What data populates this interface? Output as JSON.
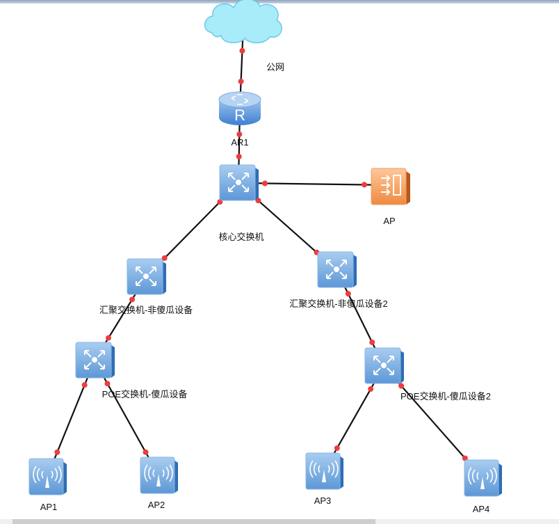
{
  "nodes": [
    {
      "id": "cloud",
      "type": "cloud",
      "label": "公网"
    },
    {
      "id": "ar1",
      "type": "router",
      "label": "AR1"
    },
    {
      "id": "core",
      "type": "switch",
      "label": "核心交换机"
    },
    {
      "id": "ac",
      "type": "ac",
      "label": "AP"
    },
    {
      "id": "agg1",
      "type": "switch",
      "label": "汇聚交换机-非傻瓜设备"
    },
    {
      "id": "agg2",
      "type": "switch",
      "label": "汇聚交换机-非傻瓜设备2"
    },
    {
      "id": "poe1",
      "type": "switch",
      "label": "POE交换机-傻瓜设备"
    },
    {
      "id": "poe2",
      "type": "switch",
      "label": "POE交换机-傻瓜设备2"
    },
    {
      "id": "ap1",
      "type": "ap",
      "label": "AP1"
    },
    {
      "id": "ap2",
      "type": "ap",
      "label": "AP2"
    },
    {
      "id": "ap3",
      "type": "ap",
      "label": "AP3"
    },
    {
      "id": "ap4",
      "type": "ap",
      "label": "AP4"
    }
  ],
  "links": [
    [
      "cloud",
      "ar1"
    ],
    [
      "ar1",
      "core"
    ],
    [
      "core",
      "ac"
    ],
    [
      "core",
      "agg1"
    ],
    [
      "core",
      "agg2"
    ],
    [
      "agg1",
      "poe1"
    ],
    [
      "agg2",
      "poe2"
    ],
    [
      "poe1",
      "ap1"
    ],
    [
      "poe1",
      "ap2"
    ],
    [
      "poe2",
      "ap3"
    ],
    [
      "poe2",
      "ap4"
    ]
  ],
  "colors": {
    "link": "#111111",
    "port": "#f03c3c",
    "device": "#5b9bd5",
    "ac": "#f0883c",
    "cloud": "#a8ecfa"
  }
}
